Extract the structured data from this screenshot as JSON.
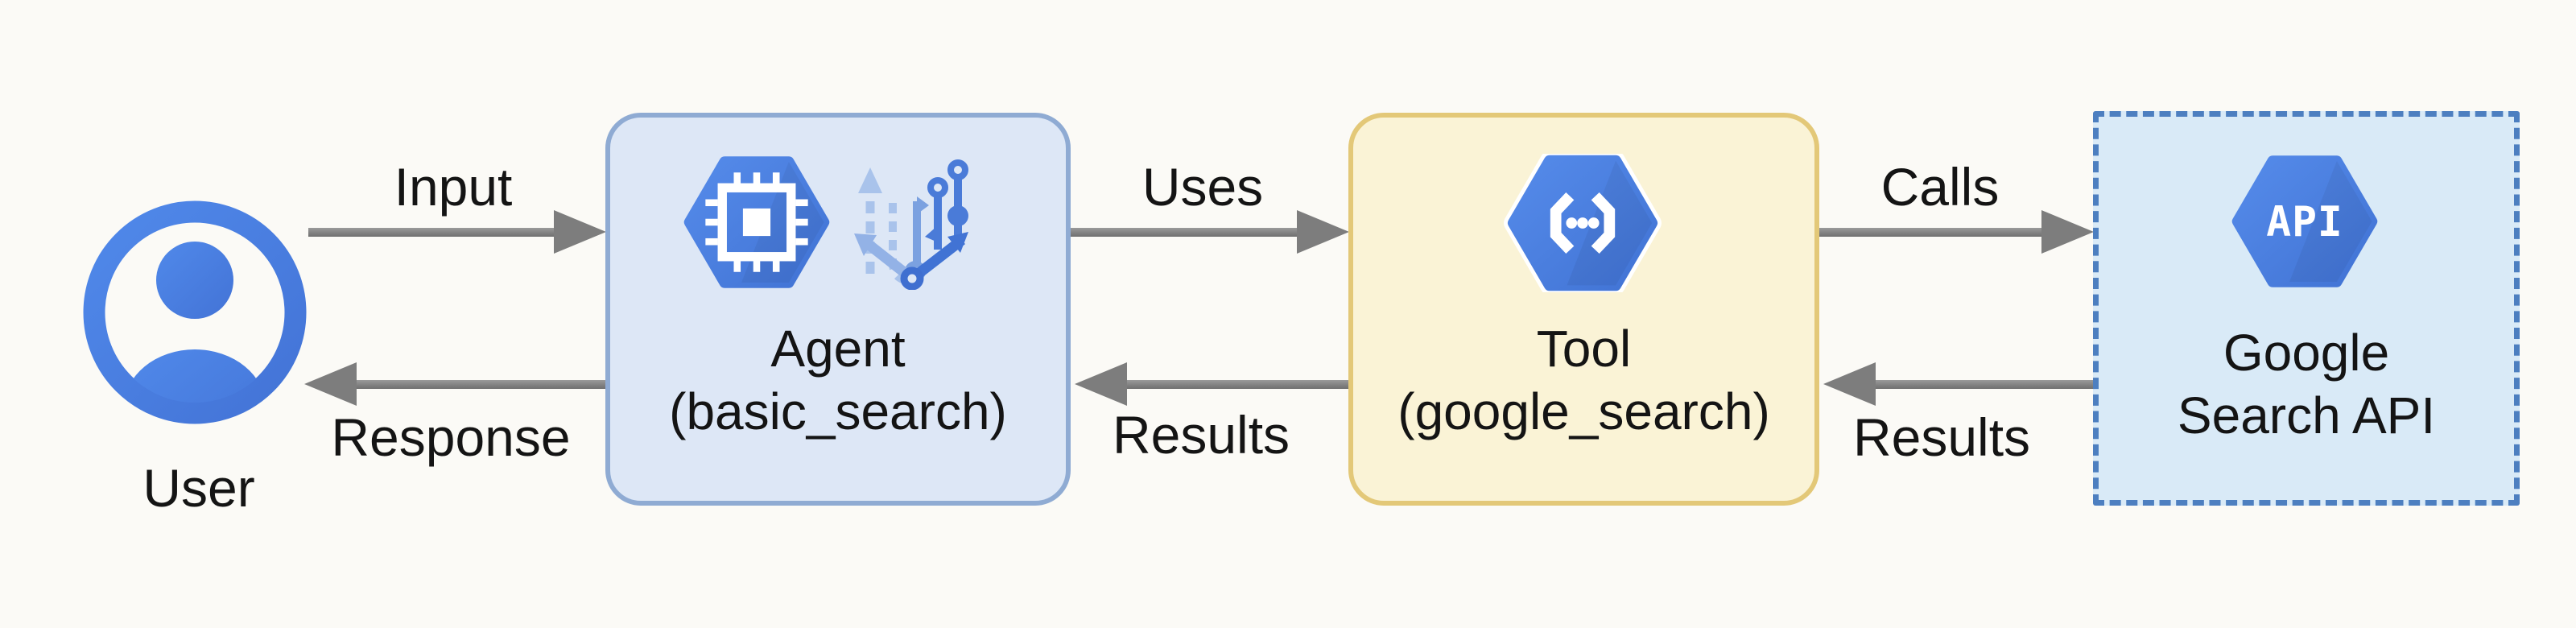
{
  "nodes": {
    "user": {
      "label": "User",
      "icon": "user-circle-icon",
      "color": "#4a80e2"
    },
    "agent": {
      "title": "Agent",
      "subtitle": "(basic_search)",
      "icons": [
        "compute-chip-icon",
        "workflow-branch-icon"
      ],
      "fill": "#dde7f6",
      "border": "#8fabd3"
    },
    "tool": {
      "title": "Tool",
      "subtitle": "(google_search)",
      "icon": "code-braces-icon",
      "fill": "#faf3d6",
      "border": "#e3c878"
    },
    "api": {
      "title": "Google",
      "subtitle": "Search API",
      "icon": "api-hexagon-icon",
      "icon_text": "API",
      "fill": "#d9eaf7",
      "border": "#4d7fc0",
      "border_style": "dashed"
    }
  },
  "edges": [
    {
      "id": "input",
      "label": "Input",
      "from": "user",
      "to": "agent",
      "direction": "right"
    },
    {
      "id": "uses",
      "label": "Uses",
      "from": "agent",
      "to": "tool",
      "direction": "right"
    },
    {
      "id": "calls",
      "label": "Calls",
      "from": "tool",
      "to": "api",
      "direction": "right"
    },
    {
      "id": "response",
      "label": "Response",
      "from": "agent",
      "to": "user",
      "direction": "left"
    },
    {
      "id": "results-tool-agent",
      "label": "Results",
      "from": "tool",
      "to": "agent",
      "direction": "left"
    },
    {
      "id": "results-api-tool",
      "label": "Results",
      "from": "api",
      "to": "tool",
      "direction": "left"
    }
  ],
  "colors": {
    "background": "#fbfaf6",
    "arrow": "#7d7d7d",
    "text": "#141414",
    "icon_blue": "#4a7de0",
    "icon_blue_dark": "#3f6fd0"
  }
}
